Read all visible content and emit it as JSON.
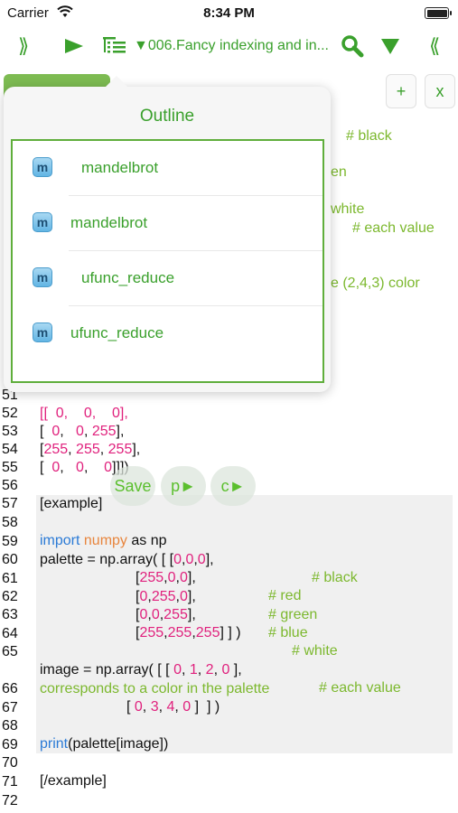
{
  "status": {
    "carrier": "Carrier",
    "time": "8:34 PM",
    "battery_percent": 100
  },
  "toolbar": {
    "left_chevron": "⟫",
    "right_chevron": "⟪",
    "title": "▼006.Fancy indexing and in..."
  },
  "tabs": {
    "add_label": "+",
    "close_label": "x"
  },
  "popover": {
    "title": "Outline",
    "items": [
      {
        "badge": "m",
        "label": "mandelbrot"
      },
      {
        "badge": "m",
        "label": "mandelbrot"
      },
      {
        "badge": "m",
        "label": "ufunc_reduce"
      },
      {
        "badge": "m",
        "label": "ufunc_reduce"
      }
    ]
  },
  "behind_popover": {
    "s1": "# black",
    "s2": "en",
    "s3": "white",
    "s4": "# each value",
    "s5": "e (2,4,3) color"
  },
  "floating": {
    "save": "Save",
    "p": "p►",
    "c": "c►"
  },
  "code_lines": {
    "n51": "51",
    "n52": "52",
    "n53": "53",
    "n54": "54",
    "n55": "55",
    "n56": "56",
    "n57": "57",
    "n58": "58",
    "n59": "59",
    "n60": "60",
    "n61": "61",
    "n62": "62",
    "n63": "63",
    "n64": "64",
    "n65": "65",
    "n66": "66",
    "n67": "67",
    "n68": "68",
    "n69": "69",
    "n70": "70",
    "n71": "71",
    "n72": "72"
  },
  "code": {
    "l51": "[[  0,    0,    0],",
    "l52_a": "[  ",
    "l52_b": "0",
    "l52_c": ",   ",
    "l52_d": "0",
    "l52_e": ", ",
    "l52_f": "255",
    "l52_g": "],",
    "l53_a": "[",
    "l53_b": "255",
    "l53_c": ", ",
    "l53_d": "255",
    "l53_e": ", ",
    "l53_f": "255",
    "l53_g": "],",
    "l54_a": "[  ",
    "l54_b": "0",
    "l54_c": ",   ",
    "l54_d": "0",
    "l54_e": ",    ",
    "l54_f": "0",
    "l54_g": "]]])",
    "l56": "[example]",
    "l58_kw": "import",
    "l58_mod": "numpy",
    "l58_rest": " as np",
    "l59_a": "palette = np.array( [ [",
    "l59_b": "0",
    "l59_c": ",",
    "l59_d": "0",
    "l59_e": ",",
    "l59_f": "0",
    "l59_g": "],",
    "l59_cmt": "# black",
    "l60_a": "[",
    "l60_b": "255",
    "l60_c": ",",
    "l60_d": "0",
    "l60_e": ",",
    "l60_f": "0",
    "l60_g": "],",
    "l60_cmt": "# red",
    "l61_a": "[",
    "l61_b": "0",
    "l61_c": ",",
    "l61_d": "255",
    "l61_e": ",",
    "l61_f": "0",
    "l61_g": "],",
    "l61_cmt": "# green",
    "l62_a": "[",
    "l62_b": "0",
    "l62_c": ",",
    "l62_d": "0",
    "l62_e": ",",
    "l62_f": "255",
    "l62_g": "],",
    "l62_cmt": "# blue",
    "l63_a": "[",
    "l63_b": "255",
    "l63_c": ",",
    "l63_d": "255",
    "l63_e": ",",
    "l63_f": "255",
    "l63_g": "] ] )",
    "l63_cmt": "# white",
    "l65_a": "image = np.array( [ [ ",
    "l65_b": "0",
    "l65_c": ", ",
    "l65_d": "1",
    "l65_e": ", ",
    "l65_f": "2",
    "l65_g": ", ",
    "l65_h": "0",
    "l65_i": " ],",
    "l65_cmt": "# each value",
    "l65_wrap": "corresponds to a color in the palette",
    "l66_a": "[ ",
    "l66_b": "0",
    "l66_c": ", ",
    "l66_d": "3",
    "l66_e": ", ",
    "l66_f": "4",
    "l66_g": ", ",
    "l66_h": "0",
    "l66_i": " ]  ] )",
    "l68_kw": "print",
    "l68_rest": "(palette[image])",
    "l70": "[/example]"
  },
  "colors": {
    "accent": "#3aa02c",
    "keyword": "#2a7ad6",
    "module": "#e8853d",
    "number": "#e0217d",
    "comment": "#7cb82e"
  }
}
